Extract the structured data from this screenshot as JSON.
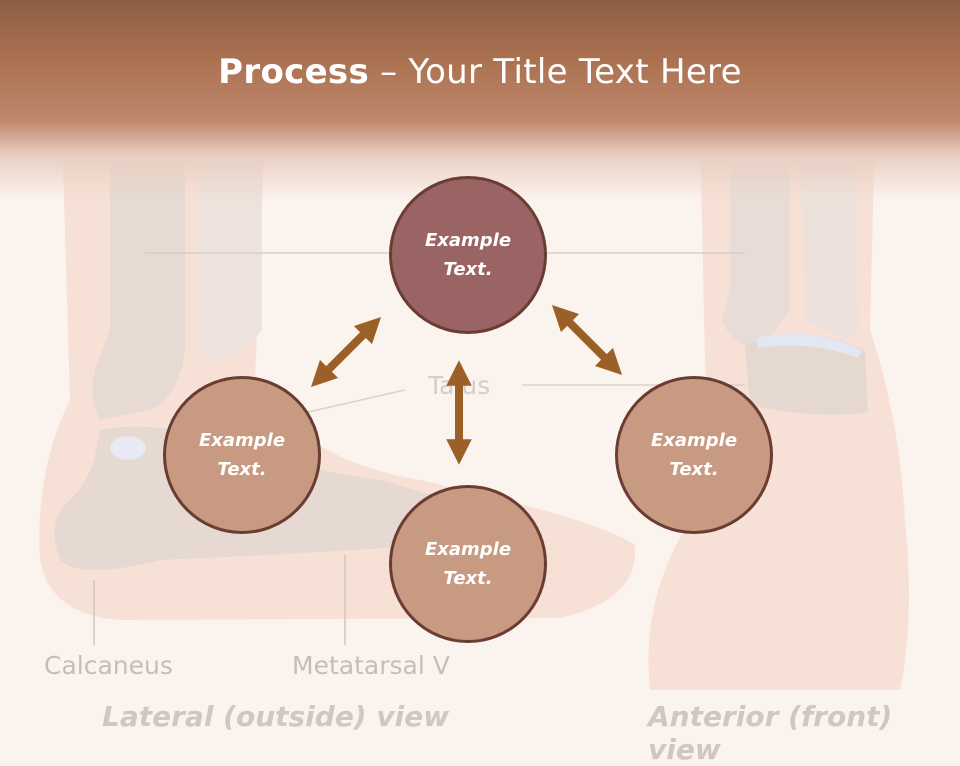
{
  "header": {
    "title_bold": "Process",
    "title_rest": " – Your Title Text Here"
  },
  "diagram": {
    "nodes": [
      {
        "id": "top",
        "text": "Example\nText."
      },
      {
        "id": "left",
        "text": "Example\nText."
      },
      {
        "id": "right",
        "text": "Example\nText."
      },
      {
        "id": "bottom",
        "text": "Example\nText."
      }
    ]
  },
  "background_labels": {
    "calcaneus": "Calcaneus",
    "metatarsal": "Metatarsal V",
    "talus": "Talus",
    "lateral_view": "Lateral (outside) view",
    "anterior_view": "Anterior (front) view"
  },
  "colors": {
    "header_top": "#8b5e46",
    "top_circle": "#9b6464",
    "other_circles": "#c99a82",
    "circle_border": "#6a3c32",
    "arrow": "#9a6028"
  }
}
